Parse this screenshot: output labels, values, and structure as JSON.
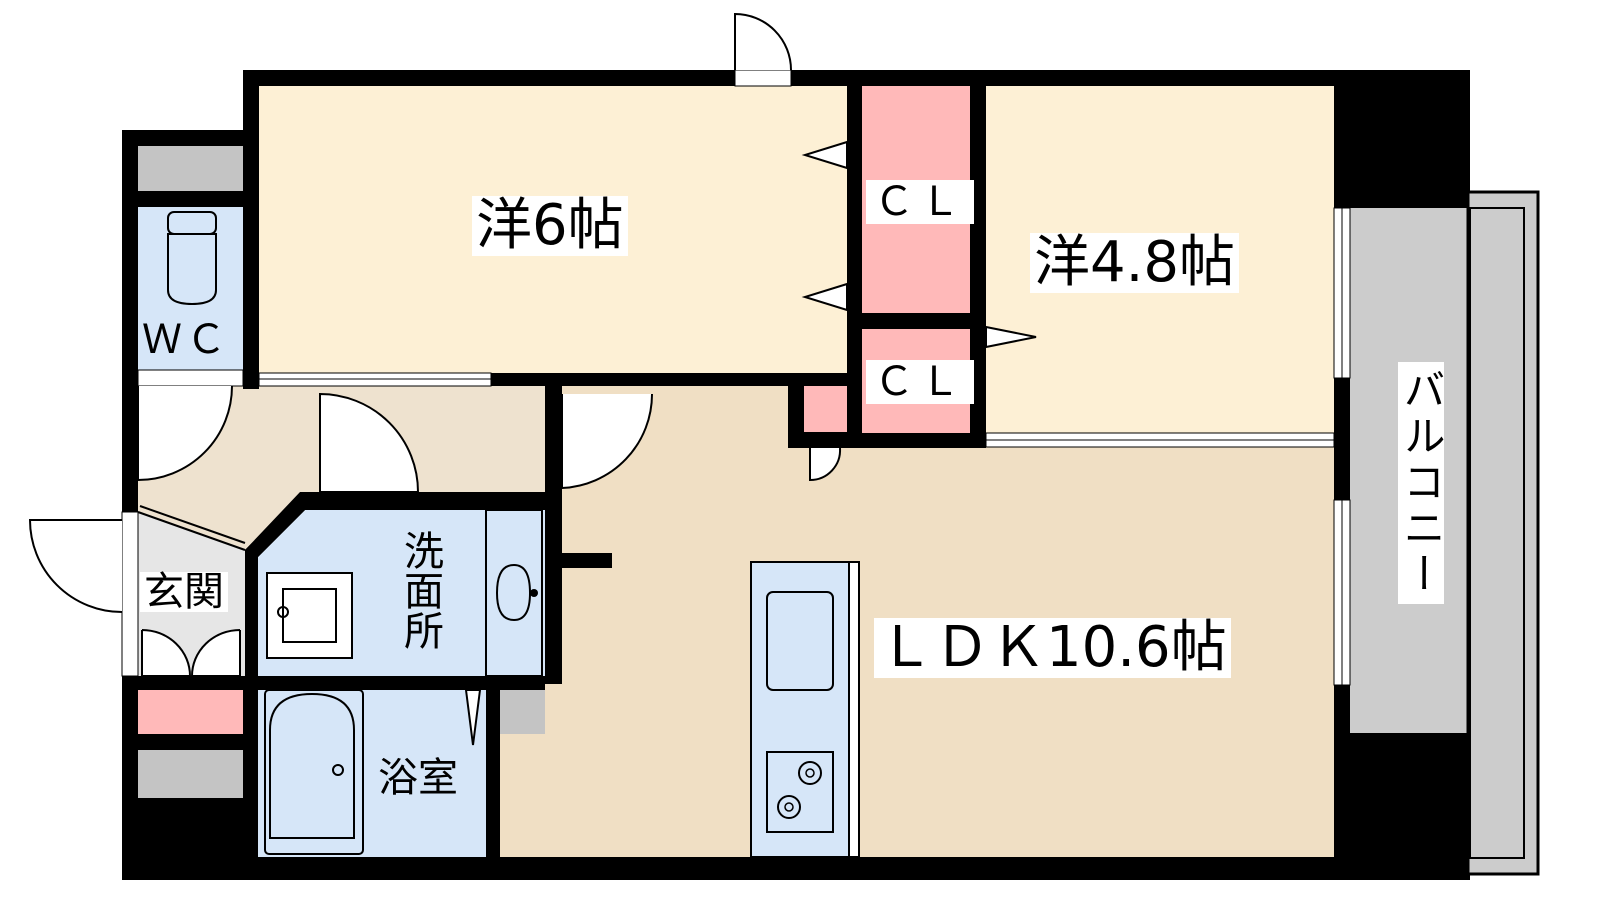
{
  "floorplan": {
    "rooms": {
      "western_6": "洋6帖",
      "western_4_8": "洋4.8帖",
      "ldk": "ＬＤＫ10.6帖",
      "closet_1": "ＣＬ",
      "closet_2": "ＣＬ",
      "wc": "ＷＣ",
      "entrance": "玄関",
      "washroom": "洗面所",
      "bathroom": "浴室",
      "balcony": "バルコニー"
    },
    "colors": {
      "wall": "#000000",
      "western_room": "#fdf0d5",
      "ldk": "#f0dfc4",
      "entrance_hall": "#eee2cf",
      "closet": "#ffb9b9",
      "wet_area": "#d6e6f8",
      "balcony": "#cccccc",
      "shaft": "#c4c4c4"
    }
  }
}
